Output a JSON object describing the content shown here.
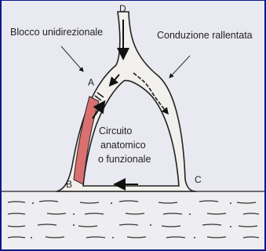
{
  "diagram": {
    "labels": {
      "top_point": "D",
      "unidirectional_block": "Blocco unidirezionale",
      "slowed_conduction": "Conduzione rallentata",
      "point_a": "A",
      "point_b": "B",
      "point_c": "C",
      "circuit_line1": "Circuito",
      "circuit_line2": "anatomico",
      "circuit_line3": "o funzionale"
    },
    "colors": {
      "background": "#0a1a8a",
      "panel": "#e9e9f1",
      "fiber_fill": "#f2f0ec",
      "blocked_branch": "#d9706f",
      "outline": "#222222",
      "muscle_band": "#eeeef0"
    }
  }
}
